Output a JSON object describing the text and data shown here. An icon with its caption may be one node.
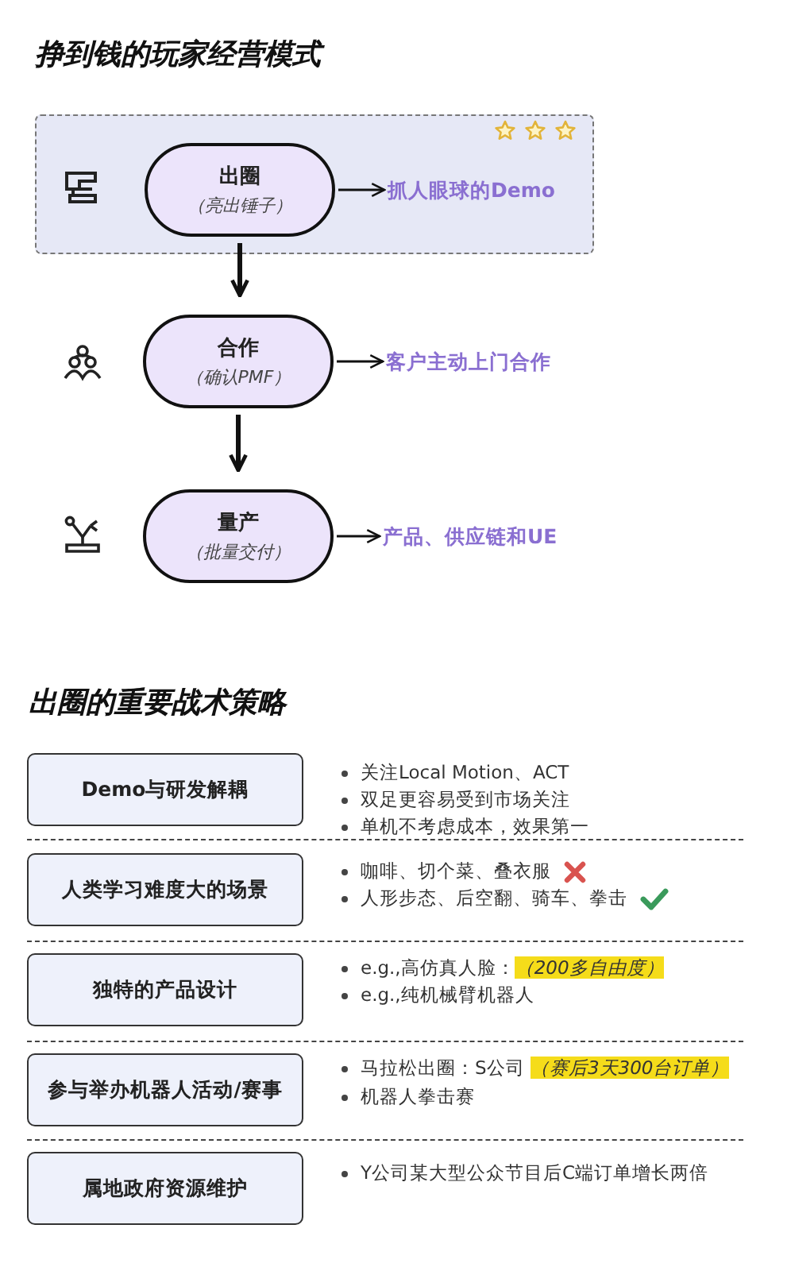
{
  "diagram": {
    "title": "挣到钱的玩家经营模式",
    "nodes": [
      {
        "text": [],
        "shape": "box"
      },
      {
        "text": [
          "出圈",
          "（亮出锤子）"
        ],
        "in": 0
      },
      {
        "text": [
          "抓人眼球的Demo"
        ],
        "in": 0
      },
      {
        "text": [
          "合作",
          "（确认PMF）"
        ]
      },
      {
        "text": [
          "客户主动上门合作"
        ]
      },
      {
        "text": [
          "量产",
          "（批量交付）"
        ]
      },
      {
        "text": [
          "产品、供应链和UE"
        ]
      },
      {
        "text": [
          "Demo与研发解耦"
        ]
      },
      {
        "text": [
          "人类学习难度大的场景"
        ]
      },
      {
        "text": [
          "独特的产品设计"
        ]
      },
      {
        "text": [
          "参与举办机器人活动/赛事"
        ]
      },
      {
        "text": [
          "属地政府资源维护"
        ]
      }
    ],
    "edges": [
      {
        "from": 1,
        "to": 2,
        "arrow": "to"
      },
      {
        "from": 1,
        "to": 3,
        "arrow": "to",
        "style": "thick"
      },
      {
        "from": 3,
        "to": 4,
        "arrow": "to"
      },
      {
        "from": 3,
        "to": 5,
        "arrow": "to",
        "style": "thick"
      },
      {
        "from": 5,
        "to": 6,
        "arrow": "to"
      }
    ],
    "labels": [
      "出圈的重要战术策略",
      "关注Local Motion、ACT",
      "双足更容易受到市场关注",
      "单机不考虑成本，效果第一",
      "咖啡、切个菜、叠衣服",
      "人形步态、后空翻、骑车、拳击",
      "e.g.,高仿真人脸：*（200多自由度）*",
      "e.g.,纯机械臂机器人",
      "马拉松出圈：S公司 *（赛后3天300台订单）*",
      "机器人拳击赛",
      "Y公司某大型公众节目后C端订单增长两倍"
    ]
  }
}
